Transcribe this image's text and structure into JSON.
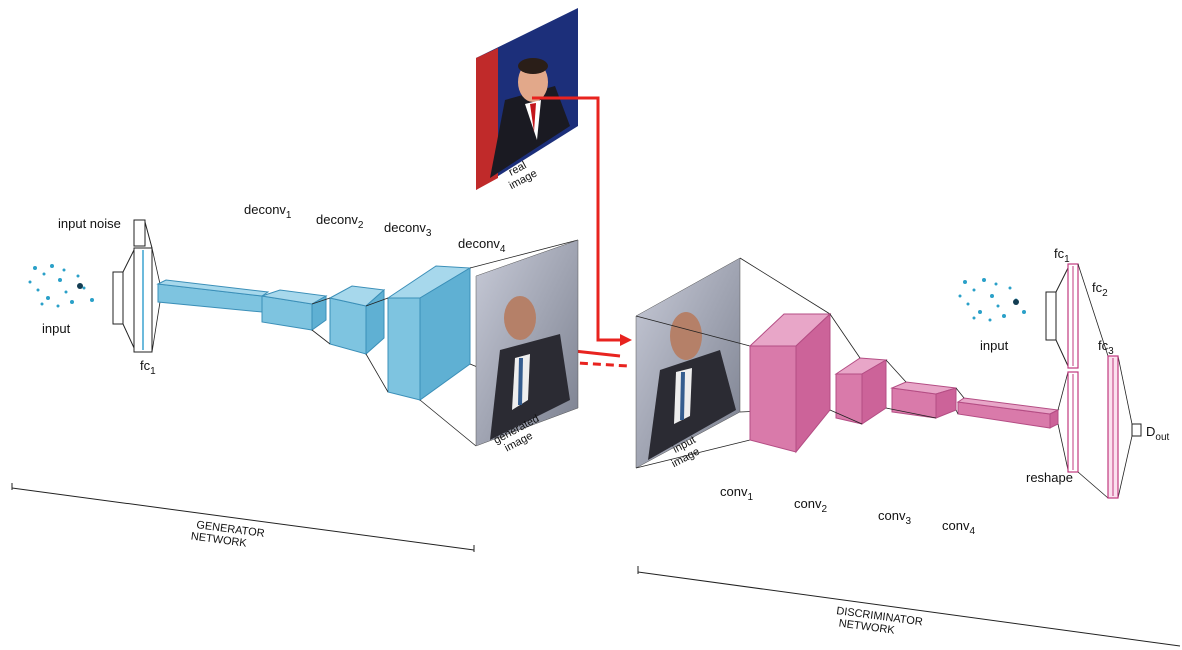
{
  "real_image": {
    "caption_line1": "real",
    "caption_line2": "image"
  },
  "generator": {
    "input_label": "input",
    "noise_label": "input noise",
    "fc_label": "fc",
    "fc_sub": "1",
    "deconv": [
      {
        "label": "deconv",
        "sub": "1"
      },
      {
        "label": "deconv",
        "sub": "2"
      },
      {
        "label": "deconv",
        "sub": "3"
      },
      {
        "label": "deconv",
        "sub": "4"
      }
    ],
    "output_line1": "generated",
    "output_line2": "image",
    "section_line1": "GENERATOR",
    "section_line2": "NETWORK"
  },
  "discriminator": {
    "input_line1": "input",
    "input_line2": "image",
    "conv": [
      {
        "label": "conv",
        "sub": "1"
      },
      {
        "label": "conv",
        "sub": "2"
      },
      {
        "label": "conv",
        "sub": "3"
      },
      {
        "label": "conv",
        "sub": "4"
      }
    ],
    "fc1": {
      "label": "fc",
      "sub": "1"
    },
    "fc2": {
      "label": "fc",
      "sub": "2"
    },
    "fc3": {
      "label": "fc",
      "sub": "3"
    },
    "aux_input_label": "input",
    "reshape_label": "reshape",
    "out_label": "D",
    "out_sub": "out",
    "section_line1": "DISCRIMINATOR",
    "section_line2": "NETWORK"
  },
  "colors": {
    "generator_fill": "#7ec4e0",
    "generator_stroke": "#3b8fb8",
    "discriminator_fill": "#d97aaa",
    "discriminator_stroke": "#b44d84",
    "arrow": "#e8231f"
  }
}
